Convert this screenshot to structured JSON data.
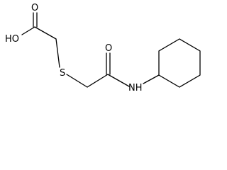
{
  "molecule": {
    "atoms": {
      "carbonyl_oxygen_acid": "O",
      "hydroxyl": "HO",
      "sulfur": "S",
      "carbonyl_oxygen_amide": "O",
      "amide_nitrogen": "NH"
    },
    "colors": {
      "bond": "#000000",
      "label": "#000000",
      "background": "#ffffff"
    }
  }
}
